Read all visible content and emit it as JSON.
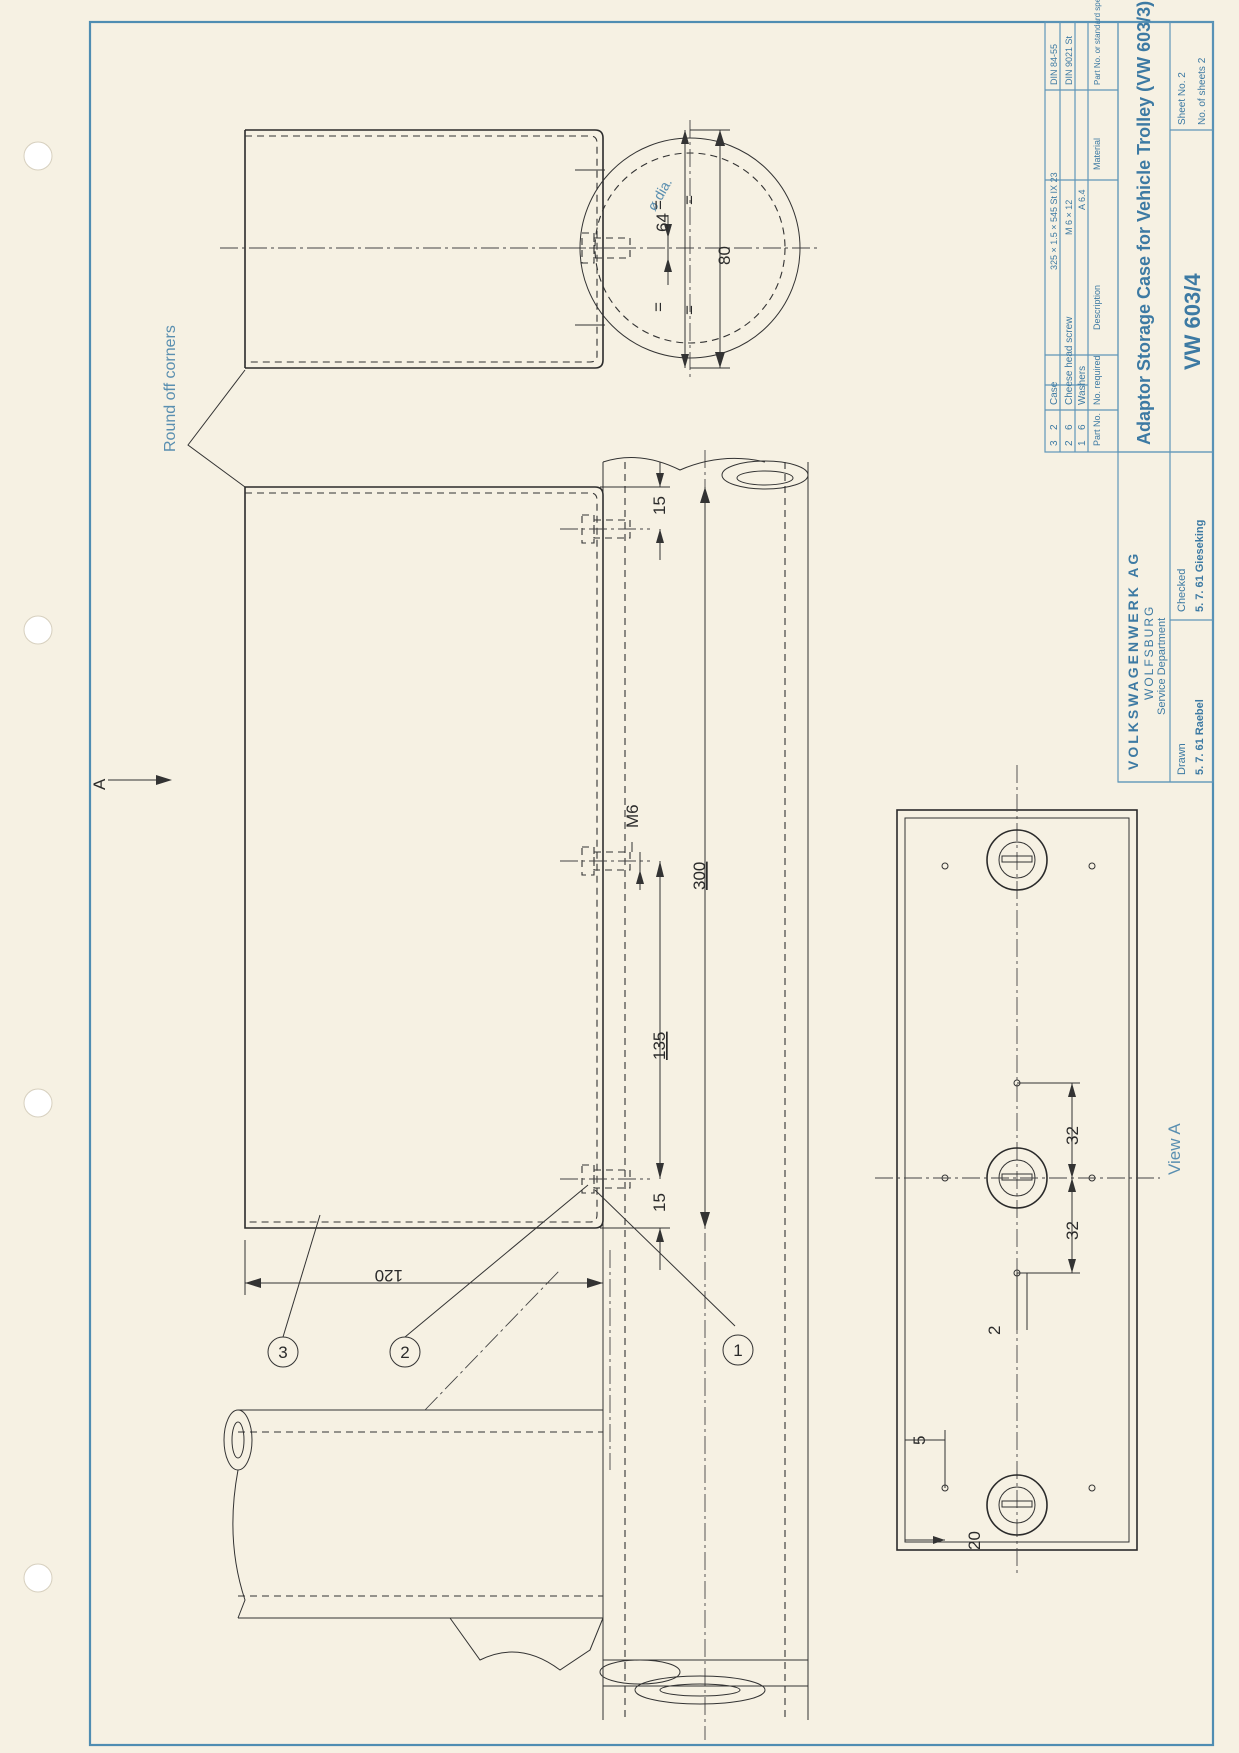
{
  "drawing": {
    "note_corners": "Round off corners",
    "view_arrow_label": "A",
    "view_label": "View A",
    "dimensions": {
      "d120": "120",
      "d15_top": "15",
      "d15_bottom": "15",
      "d300": "300",
      "d135": "135",
      "m6": "M6",
      "d80": "80",
      "d64": "64",
      "dia_suffix": "ø dia.",
      "eq1": "=",
      "eq2": "=",
      "eq3": "=",
      "eq4": "=",
      "d32a": "32",
      "d32b": "32",
      "d2": "2",
      "d20": "20",
      "d5": "5"
    },
    "balloons": [
      "3",
      "2",
      "1"
    ]
  },
  "title_block": {
    "parts": [
      {
        "part": "3",
        "qty": "2",
        "desc": "Case",
        "material": "325 × 1.5 × 545  St IX 23",
        "std": "DIN 84-55"
      },
      {
        "part": "2",
        "qty": "6",
        "desc": "Cheese head screw",
        "material": "M 6 × 12",
        "std": "DIN 9021 St"
      },
      {
        "part": "1",
        "qty": "6",
        "desc": "Washers",
        "material": "A 6.4",
        "std": ""
      }
    ],
    "header": {
      "part": "Part No.",
      "qty": "No. required",
      "desc": "Description",
      "material": "Material",
      "std": "Part No. or standard spec."
    },
    "title": "Adaptor Storage Case for Vehicle Trolley (VW 603/3)",
    "sheet_no": "Sheet No. 2",
    "sheets": "No. of sheets 2",
    "number": "VW 603/4",
    "company": "VOLKSWAGENWERK AG",
    "city": "WOLFSBURG",
    "dept": "Service Department",
    "drawn_label": "Drawn",
    "drawn": "5. 7. 61  Raebel",
    "checked_label": "Checked",
    "checked": "5. 7. 61  Gieseking"
  },
  "colors": {
    "frame": "#4f8db2",
    "ink": "#2b2b2b",
    "paper": "#f6f1e3"
  }
}
